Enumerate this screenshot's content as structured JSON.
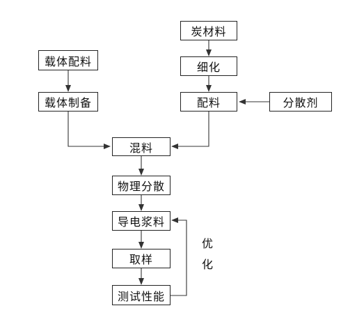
{
  "nodes": {
    "carbon_material": "炭材料",
    "refine": "细化",
    "batching": "配料",
    "dispersant": "分散剂",
    "carrier_batching": "载体配料",
    "carrier_preparation": "载体制备",
    "mixing": "混料",
    "physical_dispersion": "物理分散",
    "conductive_paste": "导电浆料",
    "sampling": "取样",
    "test_performance": "测试性能"
  },
  "feedback_label": {
    "char1": "优",
    "char2": "化"
  },
  "colors": {
    "line": "#333333",
    "border": "#222222",
    "text": "#111111",
    "background": "#ffffff"
  }
}
